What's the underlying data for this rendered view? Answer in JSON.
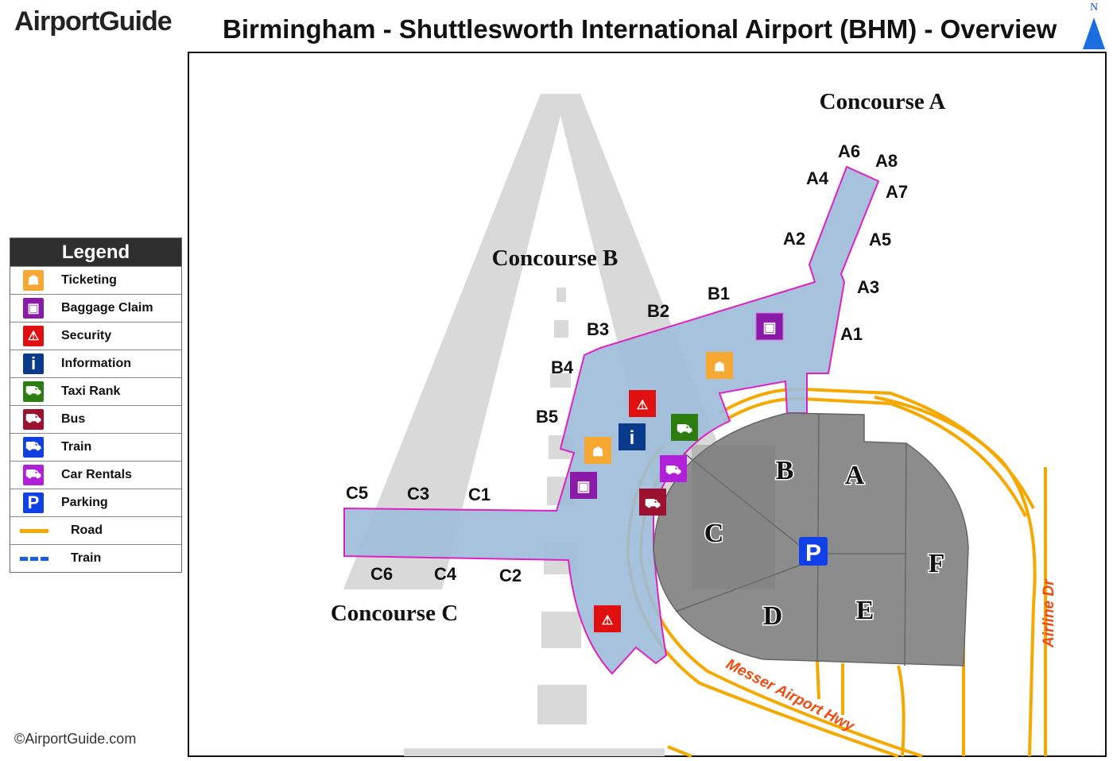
{
  "header": {
    "logo_text": "AirportGuide",
    "title": "Birmingham - Shuttlesworth International Airport (BHM) - Overview",
    "north_label": "N"
  },
  "footer": {
    "copyright": "©AirportGuide.com"
  },
  "legend": {
    "title": "Legend",
    "items": [
      {
        "label": "Ticketing",
        "icon": "ticketing-icon",
        "color": "#f7a833"
      },
      {
        "label": "Baggage Claim",
        "icon": "baggage-claim-icon",
        "color": "#8a1aa8"
      },
      {
        "label": "Security",
        "icon": "security-icon",
        "color": "#e01010"
      },
      {
        "label": "Information",
        "icon": "information-icon",
        "color": "#0a3a8c"
      },
      {
        "label": "Taxi Rank",
        "icon": "taxi-icon",
        "color": "#2e7d10"
      },
      {
        "label": "Bus",
        "icon": "bus-icon",
        "color": "#9c1030"
      },
      {
        "label": "Train",
        "icon": "train-icon",
        "color": "#1040e0"
      },
      {
        "label": "Car Rentals",
        "icon": "car-rental-icon",
        "color": "#b020d8"
      },
      {
        "label": "Parking",
        "icon": "parking-icon",
        "color": "#1040e8"
      },
      {
        "label": "Road",
        "icon": "road-line",
        "color": "#f5a800"
      },
      {
        "label": "Train",
        "icon": "train-line",
        "color": "#1a5ee0"
      }
    ]
  },
  "map": {
    "concourses": {
      "a": "Concourse A",
      "b": "Concourse B",
      "c": "Concourse C"
    },
    "gates": {
      "A1": "A1",
      "A2": "A2",
      "A3": "A3",
      "A4": "A4",
      "A5": "A5",
      "A6": "A6",
      "A7": "A7",
      "A8": "A8",
      "B1": "B1",
      "B2": "B2",
      "B3": "B3",
      "B4": "B4",
      "B5": "B5",
      "C1": "C1",
      "C2": "C2",
      "C3": "C3",
      "C4": "C4",
      "C5": "C5",
      "C6": "C6"
    },
    "parking_sections": {
      "A": "A",
      "B": "B",
      "C": "C",
      "D": "D",
      "E": "E",
      "F": "F"
    },
    "roads": {
      "messer": "Messer Airport Hwy",
      "airline": "Airline Dr"
    },
    "colors": {
      "concourse_fill": "#9dbbd8",
      "concourse_outline": "#e020c0",
      "terminal": "#8c8c8c",
      "runway": "#d9d9d9",
      "road": "#f5a800"
    }
  }
}
